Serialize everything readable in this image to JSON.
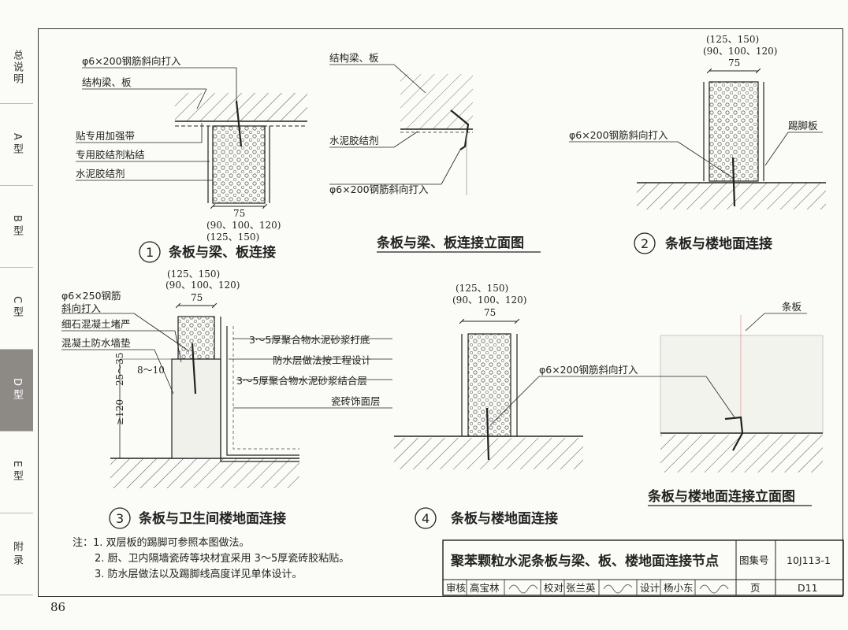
{
  "side_tabs": [
    {
      "label": "总说明"
    },
    {
      "label": "A型"
    },
    {
      "label": "B型"
    },
    {
      "label": "C型"
    },
    {
      "label": "D型",
      "active": true
    },
    {
      "label": "E型"
    },
    {
      "label": "附录"
    }
  ],
  "details": {
    "d1": {
      "number": "1",
      "title": "条板与梁、板连接",
      "labels": [
        "φ6×200钢筋斜向打入",
        "结构梁、板",
        "贴专用加强带",
        "专用胶结剂粘结",
        "水泥胶结剂"
      ],
      "dim": "75",
      "dim_alt1": "(90、100、120)",
      "dim_alt2": "(125、150)"
    },
    "elev1": {
      "title": "条板与梁、板连接立面图",
      "labels": [
        "结构梁、板",
        "水泥胶结剂",
        "φ6×200钢筋斜向打入"
      ]
    },
    "d2": {
      "number": "2",
      "title": "条板与楼地面连接",
      "labels": [
        "φ6×200钢筋斜向打入",
        "踢脚板"
      ],
      "dim_alt2": "(125、150)",
      "dim_alt1": "(90、100、120)",
      "dim": "75"
    },
    "d3": {
      "number": "3",
      "title": "条板与卫生间楼地面连接",
      "labels": [
        "φ6×250钢筋",
        "斜向打入",
        "细石混凝土堵严",
        "混凝土防水墙垫",
        "3～5厚聚合物水泥砂浆打底",
        "防水层做法按工程设计",
        "3～5厚聚合物水泥砂浆结合层",
        "瓷砖饰面层"
      ],
      "dim_alt2": "(125、150)",
      "dim_alt1": "(90、100、120)",
      "dim": "75",
      "dim_gap": "8～10",
      "dim_h1": "25～35",
      "dim_h2": "≥120"
    },
    "d4": {
      "number": "4",
      "title": "条板与楼地面连接",
      "labels": [
        "φ6×200钢筋斜向打入"
      ],
      "dim_alt2": "(125、150)",
      "dim_alt1": "(90、100、120)",
      "dim": "75"
    },
    "elev2": {
      "title": "条板与楼地面连接立面图",
      "labels": [
        "条板"
      ]
    }
  },
  "notes": {
    "prefix": "注：",
    "items": [
      "1.  双层板的踢脚可参照本图做法。",
      "2.  厨、卫内隔墙瓷砖等块材宜采用 3～5厚瓷砖胶粘贴。",
      "3.  防水层做法以及踢脚线高度详见单体设计。"
    ]
  },
  "title_block": {
    "title": "聚苯颗粒水泥条板与梁、板、楼地面连接节点",
    "atlas_label": "图集号",
    "atlas_no": "10J113-1",
    "page_label": "页",
    "page_no": "D11",
    "review_label": "审核",
    "reviewer": "高宝林",
    "check_label": "校对",
    "checker": "张兰英",
    "design_label": "设计",
    "designer": "杨小东"
  },
  "page_number": "86"
}
